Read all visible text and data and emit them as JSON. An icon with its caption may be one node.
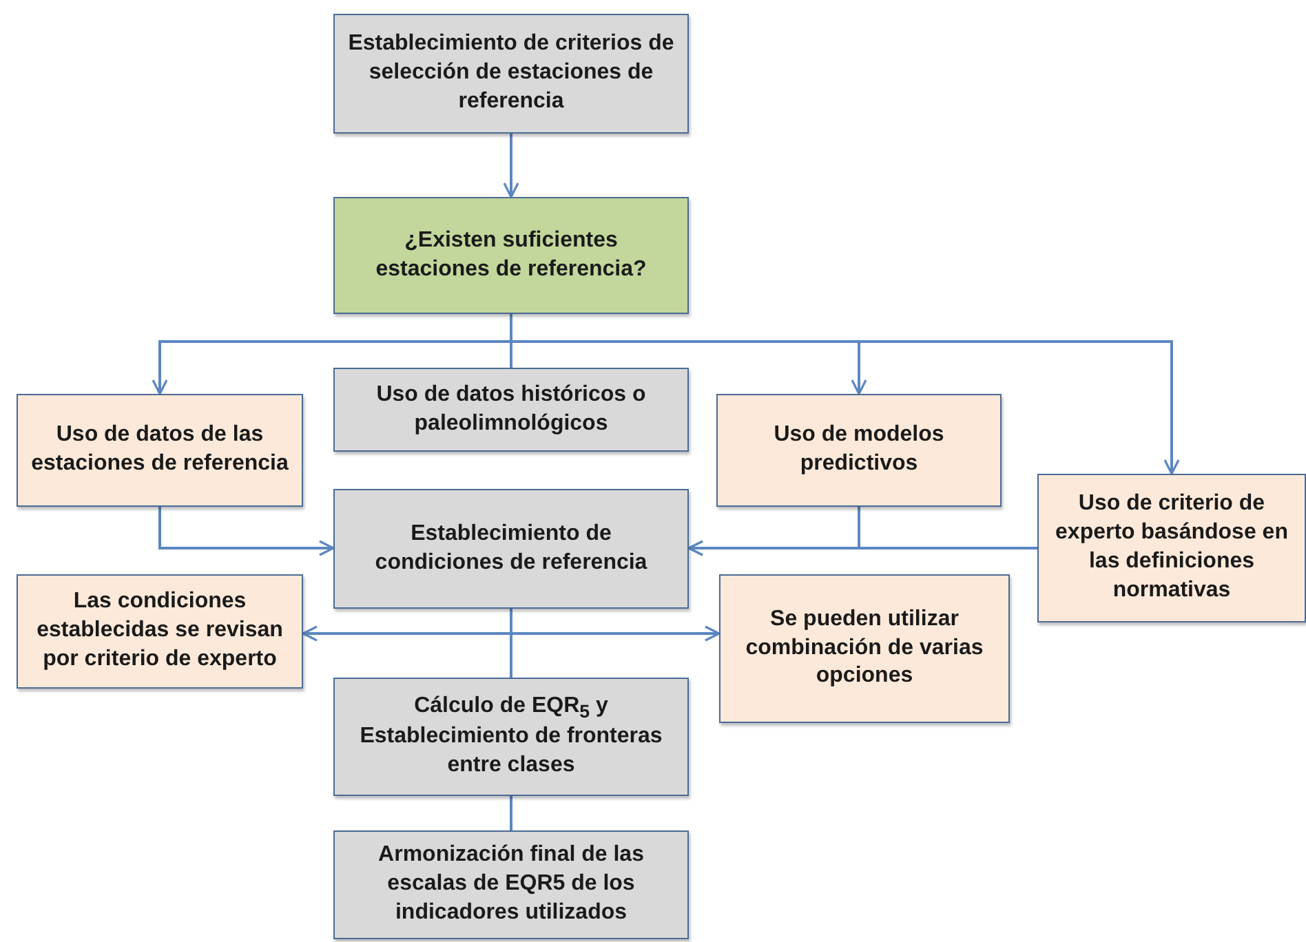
{
  "diagram": {
    "nodes": [
      {
        "text": [
          "Establecimiento de criterios de selección de estaciones de referencia"
        ]
      },
      {
        "text": [
          "¿Existen suficientes estaciones de referencia?"
        ]
      },
      {
        "text": [
          "Uso de datos de las estaciones de referencia"
        ]
      },
      {
        "text": [
          "Uso de datos históricos o paleolimnológicos"
        ]
      },
      {
        "text": [
          "Uso de modelos predictivos"
        ]
      },
      {
        "text": [
          "Uso de criterio de experto basándose en las definiciones normativas"
        ]
      },
      {
        "text": [
          "Establecimiento de condiciones de referencia"
        ]
      },
      {
        "text": [
          "Las condiciones establecidas se revisan por criterio de experto"
        ]
      },
      {
        "text": [
          "Se pueden utilizar combinación de varias opciones"
        ]
      },
      {
        "text": [
          "Cálculo de EQR$_{5}$ y Establecimiento de fronteras entre clases"
        ]
      },
      {
        "text": [
          "Armonización final de las escalas de EQR5 de los indicadores utilizados"
        ]
      }
    ],
    "edges": [
      {
        "from": 0,
        "to": 1,
        "arrow": "to"
      },
      {
        "from": 1,
        "to": 2,
        "arrow": "to"
      },
      {
        "from": 1,
        "to": 3,
        "arrow": "none"
      },
      {
        "from": 1,
        "to": 4,
        "arrow": "to"
      },
      {
        "from": 1,
        "to": 5,
        "arrow": "to"
      },
      {
        "from": 2,
        "to": 6,
        "arrow": "to"
      },
      {
        "from": 4,
        "to": 6,
        "arrow": "to"
      },
      {
        "from": 5,
        "to": 6,
        "arrow": "to"
      },
      {
        "from": 6,
        "to": 7,
        "arrow": "to"
      },
      {
        "from": 6,
        "to": 8,
        "arrow": "to"
      },
      {
        "from": 6,
        "to": 9,
        "arrow": "none"
      },
      {
        "from": 9,
        "to": 10,
        "arrow": "none"
      }
    ]
  }
}
